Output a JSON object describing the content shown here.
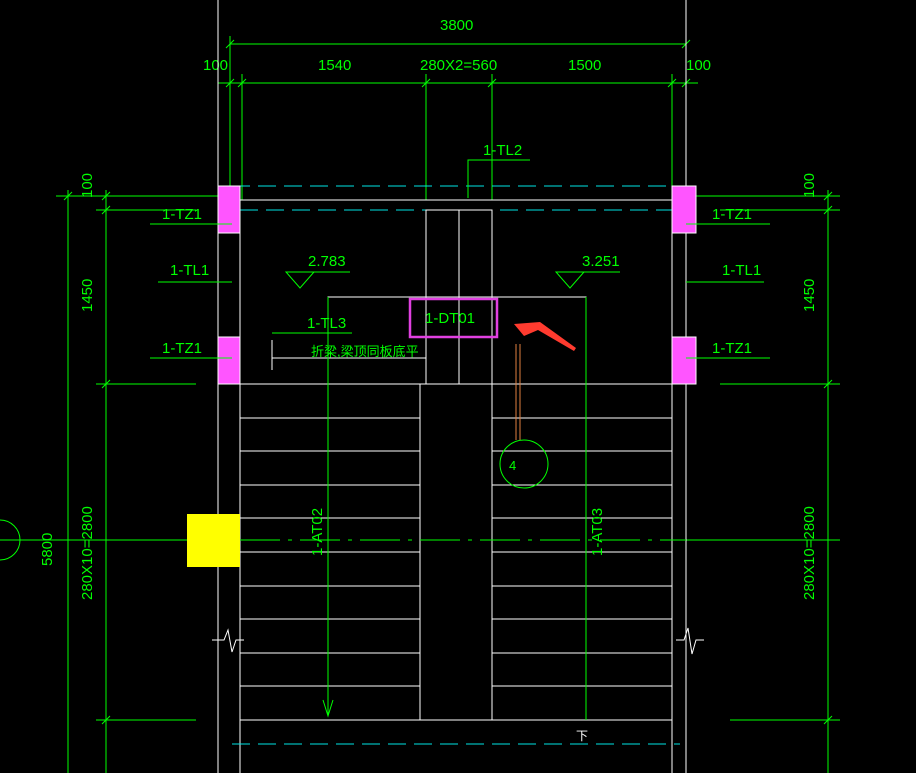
{
  "drawing": {
    "colors": {
      "dimension": "#00ff00",
      "outline": "#ffffff",
      "beam": "#00e5e5",
      "column": "#ff55ff",
      "highlight_box": "#e040e0",
      "arrow": "#ff3b2f",
      "yellow_block": "#ffff00"
    },
    "dims_top": {
      "total": "3800",
      "left_edge": "100",
      "seg1": "1540",
      "seg2": "280X2=560",
      "seg3": "1500",
      "right_edge": "100"
    },
    "dims_side": {
      "top_left": "100",
      "top_right": "100",
      "mid_left": "1450",
      "mid_right": "1450",
      "stair_left": "280X10=2800",
      "stair_right": "280X10=2800",
      "overall_left": "5800"
    },
    "labels": {
      "tl2": "1-TL2",
      "tz1_top_left": "1-TZ1",
      "tz1_top_right": "1-TZ1",
      "tl1_left": "1-TL1",
      "tl1_right": "1-TL1",
      "tl3": "1-TL3",
      "tz1_bot_left": "1-TZ1",
      "tz1_bot_right": "1-TZ1",
      "elev_left": "2.783",
      "elev_right": "3.251",
      "dt01": "1-DT01",
      "note": "折梁,梁顶同板底平",
      "at02": "1-AT02",
      "at03": "1-AT03",
      "axis_bubble": "4",
      "down_mark": "下"
    }
  }
}
